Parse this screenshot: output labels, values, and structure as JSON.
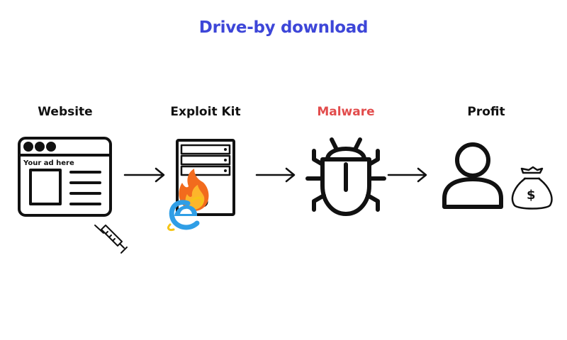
{
  "title": "Drive-by download",
  "steps": [
    {
      "label": "Website",
      "icon": "browser-window-icon"
    },
    {
      "label": "Exploit Kit",
      "icon": "server-tower-icon"
    },
    {
      "label": "Malware",
      "icon": "bug-icon"
    },
    {
      "label": "Profit",
      "icon": "user-icon"
    }
  ],
  "website": {
    "ad_text": "Your ad here"
  },
  "profit": {
    "money_symbol": "$"
  },
  "colors": {
    "title": "#3d46d8",
    "malware_label": "#e24c4c",
    "outline": "#111111",
    "flame": "#f26b1d",
    "ie_blue": "#2f9ee6"
  },
  "decorations": [
    "syringe-icon",
    "flame-icon",
    "internet-explorer-icon",
    "money-bag-icon"
  ]
}
